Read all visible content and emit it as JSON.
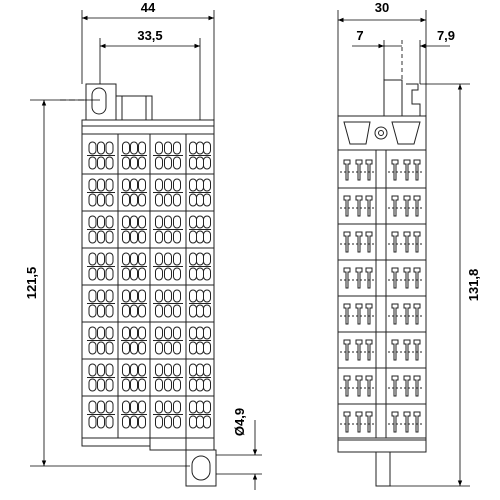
{
  "dimensions": {
    "front_width": "44",
    "front_inner_width": "33,5",
    "front_height": "121,5",
    "hole_diameter": "Ø4,9",
    "side_width": "30",
    "side_offset_left": "7",
    "side_offset_right": "7,9",
    "side_height": "131,8"
  },
  "colors": {
    "outline": "#222222",
    "body_fill": "#ffffff",
    "dimension_line": "#000000"
  }
}
